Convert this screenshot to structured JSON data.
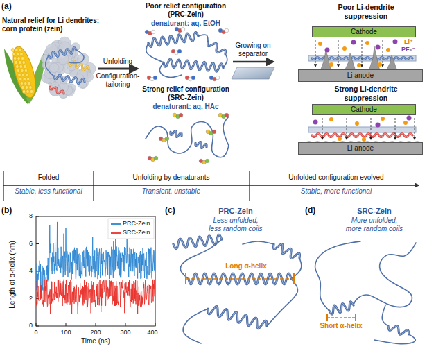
{
  "diagram": {
    "nodes": [
      {
        "text": [
          "Cathode"
        ]
      },
      {
        "text": [
          "Li anode"
        ]
      },
      {
        "text": [
          "Cathode"
        ]
      },
      {
        "text": [
          "Li anode"
        ]
      }
    ],
    "labels": [
      "(a)",
      "Natural relief for Li dendrites: corn protein (zein)",
      "Unfolding",
      "Configuration-tailoring",
      "Poor relief configuration (PRC-Zein)",
      "denaturant: aq. EtOH",
      "Strong relief configuration (SRC-Zein)",
      "denaturant: aq. HAc",
      "Growing on separator",
      "Poor Li-dendrite suppression",
      "Li⁺",
      "PF₆⁻",
      "Strong Li-dendrite suppression",
      "Folded",
      "Stable, less functional",
      "Unfolding by denaturants",
      "Transient, unstable",
      "Unfolded configuration evolved",
      "Stable, more functional",
      "(b)",
      "Length of α-helix (nm)",
      "Time (ns)",
      "0",
      "2",
      "4",
      "6",
      "8",
      "0",
      "100",
      "200",
      "300",
      "400",
      "(c)",
      "PRC-Zein",
      "Less unfolded, less random coils",
      "Long α-helix",
      "(d)",
      "SRC-Zein",
      "More unfolded, more random coils",
      "Short α-helix"
    ],
    "legend": [
      {
        "text": "PRC-Zein"
      },
      {
        "text": "SRC-Zein"
      }
    ]
  }
}
